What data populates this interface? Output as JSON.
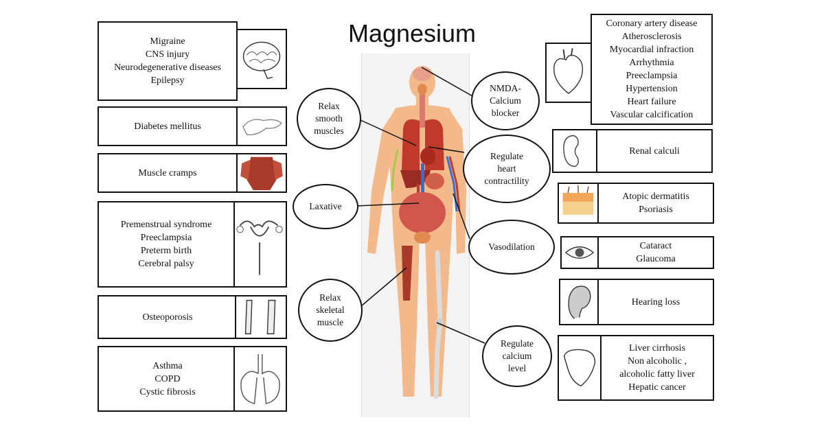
{
  "title": "Magnesium",
  "left_boxes": [
    {
      "lines": [
        "Migraine",
        "CNS injury",
        "Neurodegenerative diseases",
        "Epilepsy"
      ],
      "icon": "brain-icon"
    },
    {
      "lines": [
        "Diabetes mellitus"
      ],
      "icon": "pancreas-icon"
    },
    {
      "lines": [
        "Muscle cramps"
      ],
      "icon": "muscle-icon"
    },
    {
      "lines": [
        "Premenstrual syndrome",
        "Preeclampsia",
        "Preterm birth",
        "Cerebral palsy"
      ],
      "icon": "uterus-icon"
    },
    {
      "lines": [
        "Osteoporosis"
      ],
      "icon": "bone-icon"
    },
    {
      "lines": [
        "Asthma",
        "COPD",
        "Cystic fibrosis"
      ],
      "icon": "lungs-icon"
    }
  ],
  "right_boxes": [
    {
      "lines": [
        "Coronary artery disease",
        "Atherosclerosis",
        "Myocardial infraction",
        "Arrhythmia",
        "Preeclampsia",
        "Hypertension",
        "Heart failure",
        "Vascular calcification"
      ],
      "icon": "heart-icon"
    },
    {
      "lines": [
        "Renal calculi"
      ],
      "icon": "kidney-icon"
    },
    {
      "lines": [
        "Atopic dermatitis",
        "Psoriasis"
      ],
      "icon": "skin-icon"
    },
    {
      "lines": [
        "Cataract",
        "Glaucoma"
      ],
      "icon": "eye-icon"
    },
    {
      "lines": [
        "Hearing loss"
      ],
      "icon": "ear-icon"
    },
    {
      "lines": [
        "Liver cirrhosis",
        "Non alcoholic ,",
        "alcoholic fatty liver",
        "Hepatic cancer"
      ],
      "icon": "liver-icon"
    }
  ],
  "ovals": [
    {
      "lines": [
        "Relax",
        "smooth",
        "muscles"
      ]
    },
    {
      "lines": [
        "NMDA-",
        "Calcium",
        "blocker"
      ]
    },
    {
      "lines": [
        "Regulate",
        "heart",
        "contractility"
      ]
    },
    {
      "lines": [
        "Laxative"
      ]
    },
    {
      "lines": [
        "Vasodilation"
      ]
    },
    {
      "lines": [
        "Relax",
        "skeletal",
        "muscle"
      ]
    },
    {
      "lines": [
        "Regulate",
        "calcium",
        "level"
      ]
    }
  ],
  "colors": {
    "skin": "#f4b98a",
    "organ_red": "#c0392b",
    "vessel_blue": "#2e6fd8",
    "bone": "#dcdcdc",
    "border": "#111111"
  }
}
